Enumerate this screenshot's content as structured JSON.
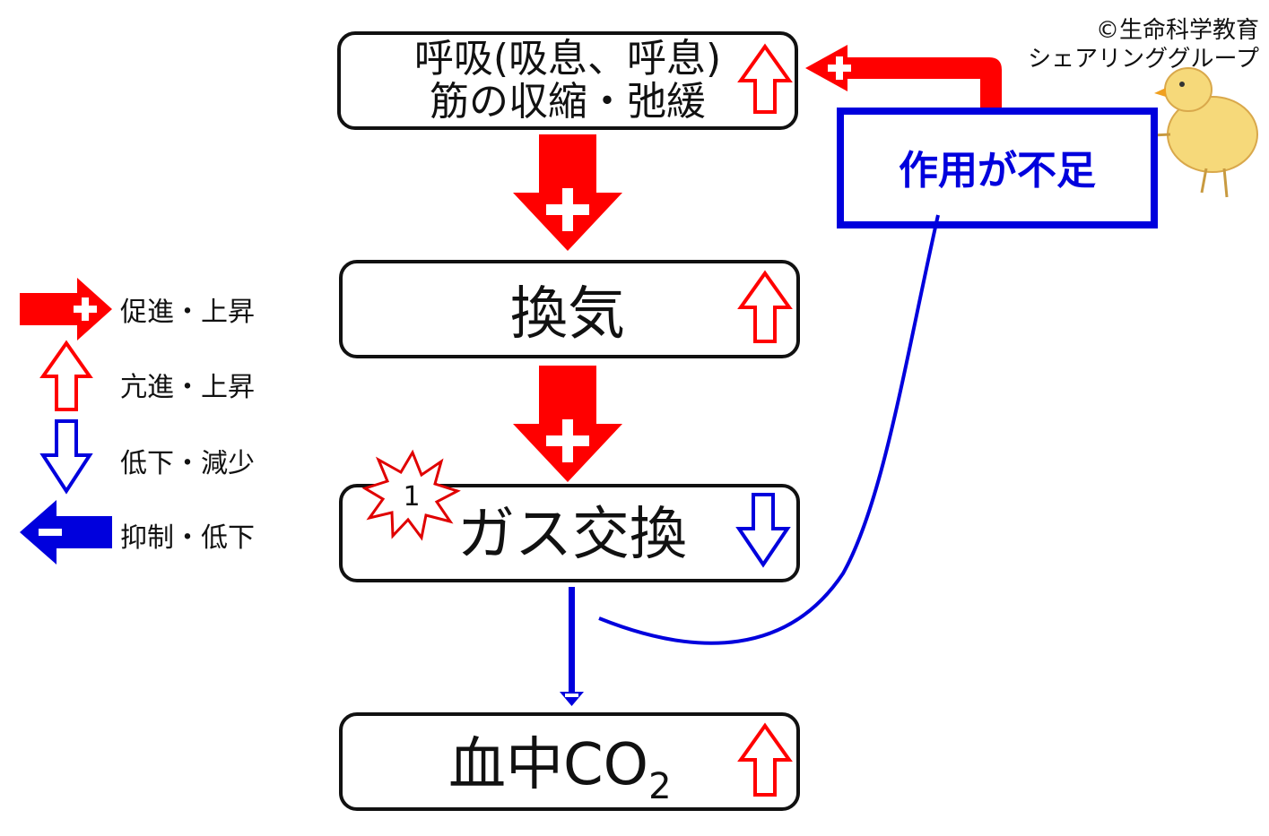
{
  "copyright": "©生命科学教育",
  "group_name": "シェアリンググループ",
  "colors": {
    "promote": "#ff0000",
    "inhibit": "#0000dd",
    "box_border": "#111111",
    "starburst": "#e00000"
  },
  "boxes": {
    "respiration_line1": "呼吸(吸息、呼息)",
    "respiration_line2": "筋の収縮・弛緩",
    "ventilation": "換気",
    "gas_exchange": "ガス交換",
    "blood_co2_main": "血中CO",
    "blood_co2_sub": "2",
    "insufficient_action": "作用が不足"
  },
  "badge": "1",
  "legend": [
    {
      "icon": "promote-arrow",
      "label": "促進・上昇"
    },
    {
      "icon": "up-hollow-arrow",
      "label": "亢進・上昇"
    },
    {
      "icon": "down-hollow-arrow",
      "label": "低下・減少"
    },
    {
      "icon": "inhibit-arrow",
      "label": "抑制・低下"
    }
  ],
  "icons": [
    "promote-plus-arrow",
    "inhibit-minus-arrow",
    "up-hollow-arrow",
    "down-hollow-arrow",
    "starburst-icon",
    "chick-illustration"
  ]
}
